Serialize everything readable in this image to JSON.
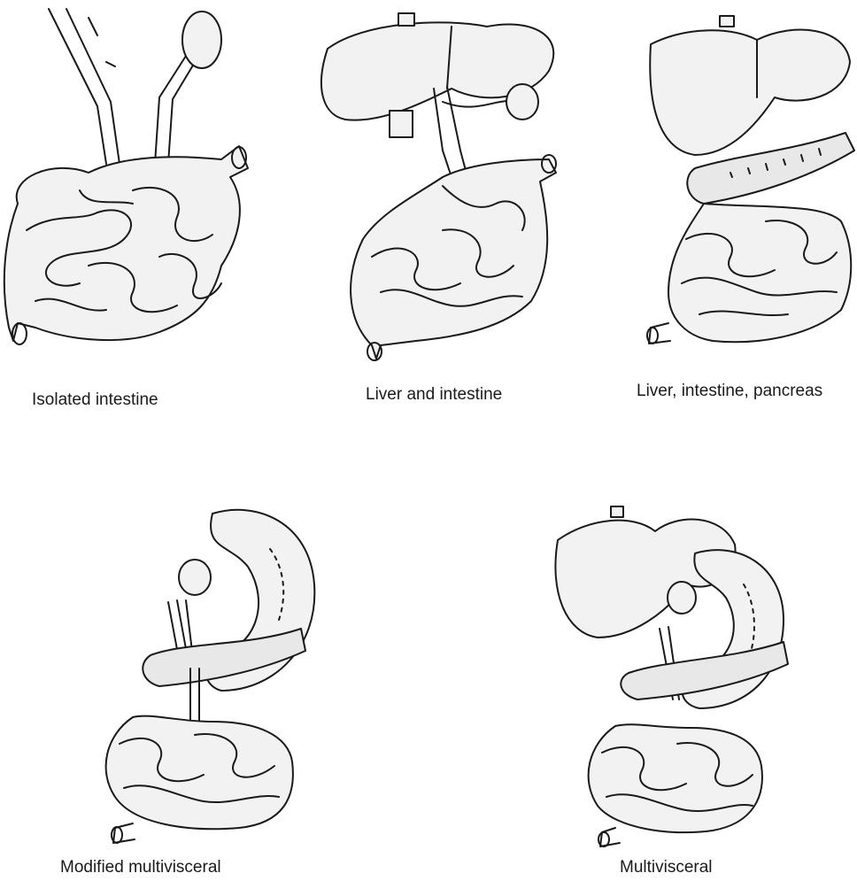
{
  "figure": {
    "panels": [
      {
        "caption": "Isolated intestine"
      },
      {
        "caption": "Liver and intestine"
      },
      {
        "caption": "Liver, intestine, pancreas"
      },
      {
        "caption": "Modified multivisceral"
      },
      {
        "caption": "Multivisceral"
      }
    ]
  },
  "colors": {
    "ink": "#1a1a1a",
    "organ_fill": "#f2f2f2",
    "background": "#ffffff"
  }
}
